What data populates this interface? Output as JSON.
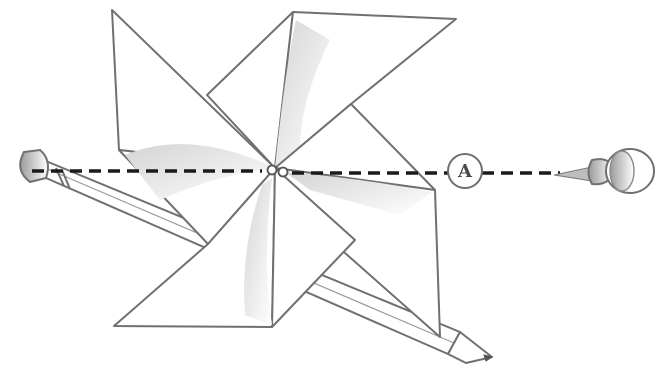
{
  "diagram": {
    "label_a": "A",
    "parts": [
      "pencil",
      "pinwheel",
      "pushpin",
      "axis-line"
    ],
    "colors": {
      "line": "#707070",
      "axis": "#1a1a1a",
      "shade": "#c8c8c8",
      "background": "#ffffff"
    }
  }
}
